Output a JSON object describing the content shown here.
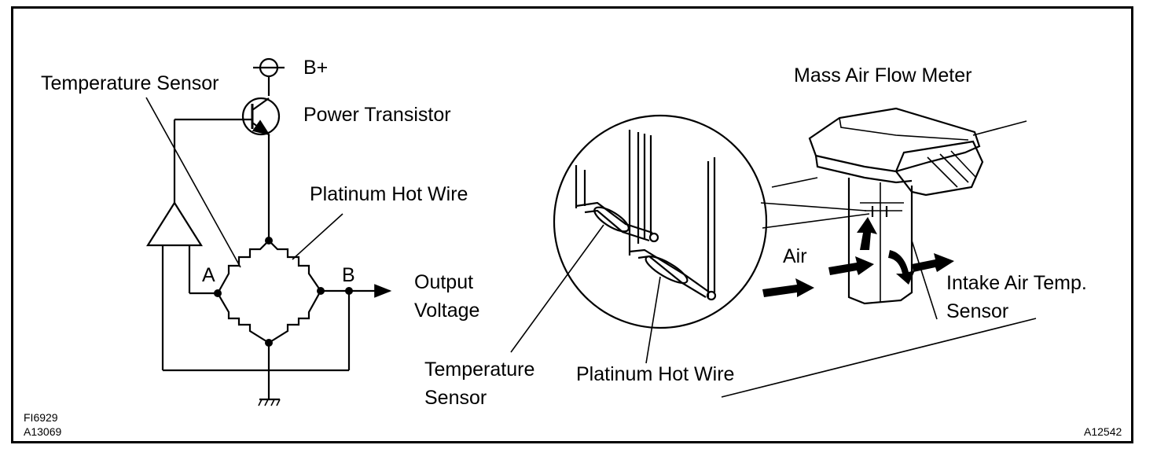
{
  "circuit": {
    "b_plus": "B+",
    "temperature_sensor": "Temperature Sensor",
    "power_transistor": "Power Transistor",
    "platinum_hot_wire": "Platinum Hot Wire",
    "node_a": "A",
    "node_b": "B",
    "output_line1": "Output",
    "output_line2": "Voltage"
  },
  "meter": {
    "title": "Mass Air Flow Meter",
    "air": "Air",
    "intake_line1": "Intake Air Temp.",
    "intake_line2": "Sensor",
    "temp_line1": "Temperature",
    "temp_line2": "Sensor",
    "platinum_hot_wire": "Platinum Hot Wire"
  },
  "codes": {
    "fig1": "FI6929",
    "fig2": "A13069",
    "fig3": "A12542"
  }
}
